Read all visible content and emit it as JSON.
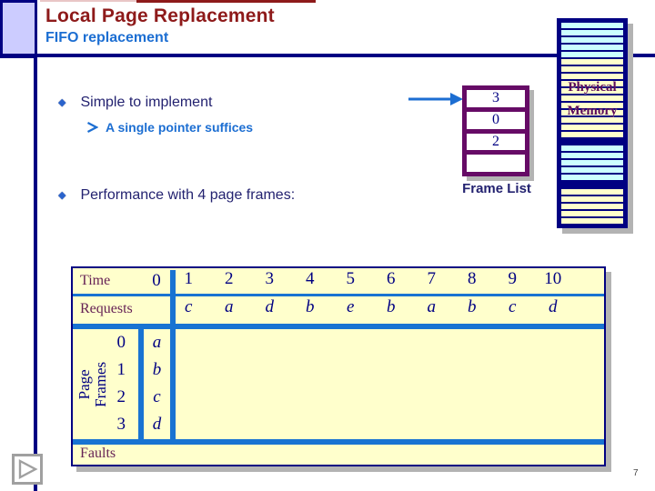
{
  "colors": {
    "navy": "#000082",
    "body-text": "#232270",
    "title-red": "#8E1A1A",
    "accent-blue": "#1C6ED2",
    "table-line": "#1873D2",
    "cream": "#FFFFCC",
    "cyan-stripe": "#CCFFFF",
    "periwinkle": "#CCCCFF",
    "purple": "#660B66",
    "maroon": "#662255",
    "shadow": "#B3B3B3"
  },
  "header": {
    "title": "Local Page Replacement",
    "subtitle": "FIFO replacement"
  },
  "bullets": {
    "item1": "Simple to implement",
    "item1_sub": "A single pointer suffices",
    "item2": "Performance with 4 page frames:"
  },
  "frame_list": {
    "cells": [
      "3",
      "0",
      "2",
      ""
    ],
    "caption": "Frame List"
  },
  "physical_memory": {
    "label_line1": "Physical",
    "label_line2": "Memory",
    "stripes": [
      "cyan",
      "cyan",
      "cyan",
      "cyan",
      "cyan",
      "cream",
      "cream",
      "cream",
      "cream",
      "cream",
      "cream",
      "cream",
      "cream",
      "cream",
      "cream",
      "cream",
      "navy",
      "cyan",
      "cyan",
      "cyan",
      "cyan",
      "cyan",
      "navy",
      "cream",
      "cream",
      "cream",
      "cream",
      "cream"
    ]
  },
  "sim_table": {
    "time_label": "Time",
    "time_start": "0",
    "time_cols": [
      "1",
      "2",
      "3",
      "4",
      "5",
      "6",
      "7",
      "8",
      "9",
      "10"
    ],
    "requests_label": "Requests",
    "requests": [
      "c",
      "a",
      "d",
      "b",
      "e",
      "b",
      "a",
      "b",
      "c",
      "d"
    ],
    "frames_label_line1": "Page",
    "frames_label_line2": "Frames",
    "frames": [
      {
        "index": "0",
        "t0": "a"
      },
      {
        "index": "1",
        "t0": "b"
      },
      {
        "index": "2",
        "t0": "c"
      },
      {
        "index": "3",
        "t0": "d"
      }
    ],
    "faults_label": "Faults"
  },
  "footer": {
    "page_number": "7"
  }
}
